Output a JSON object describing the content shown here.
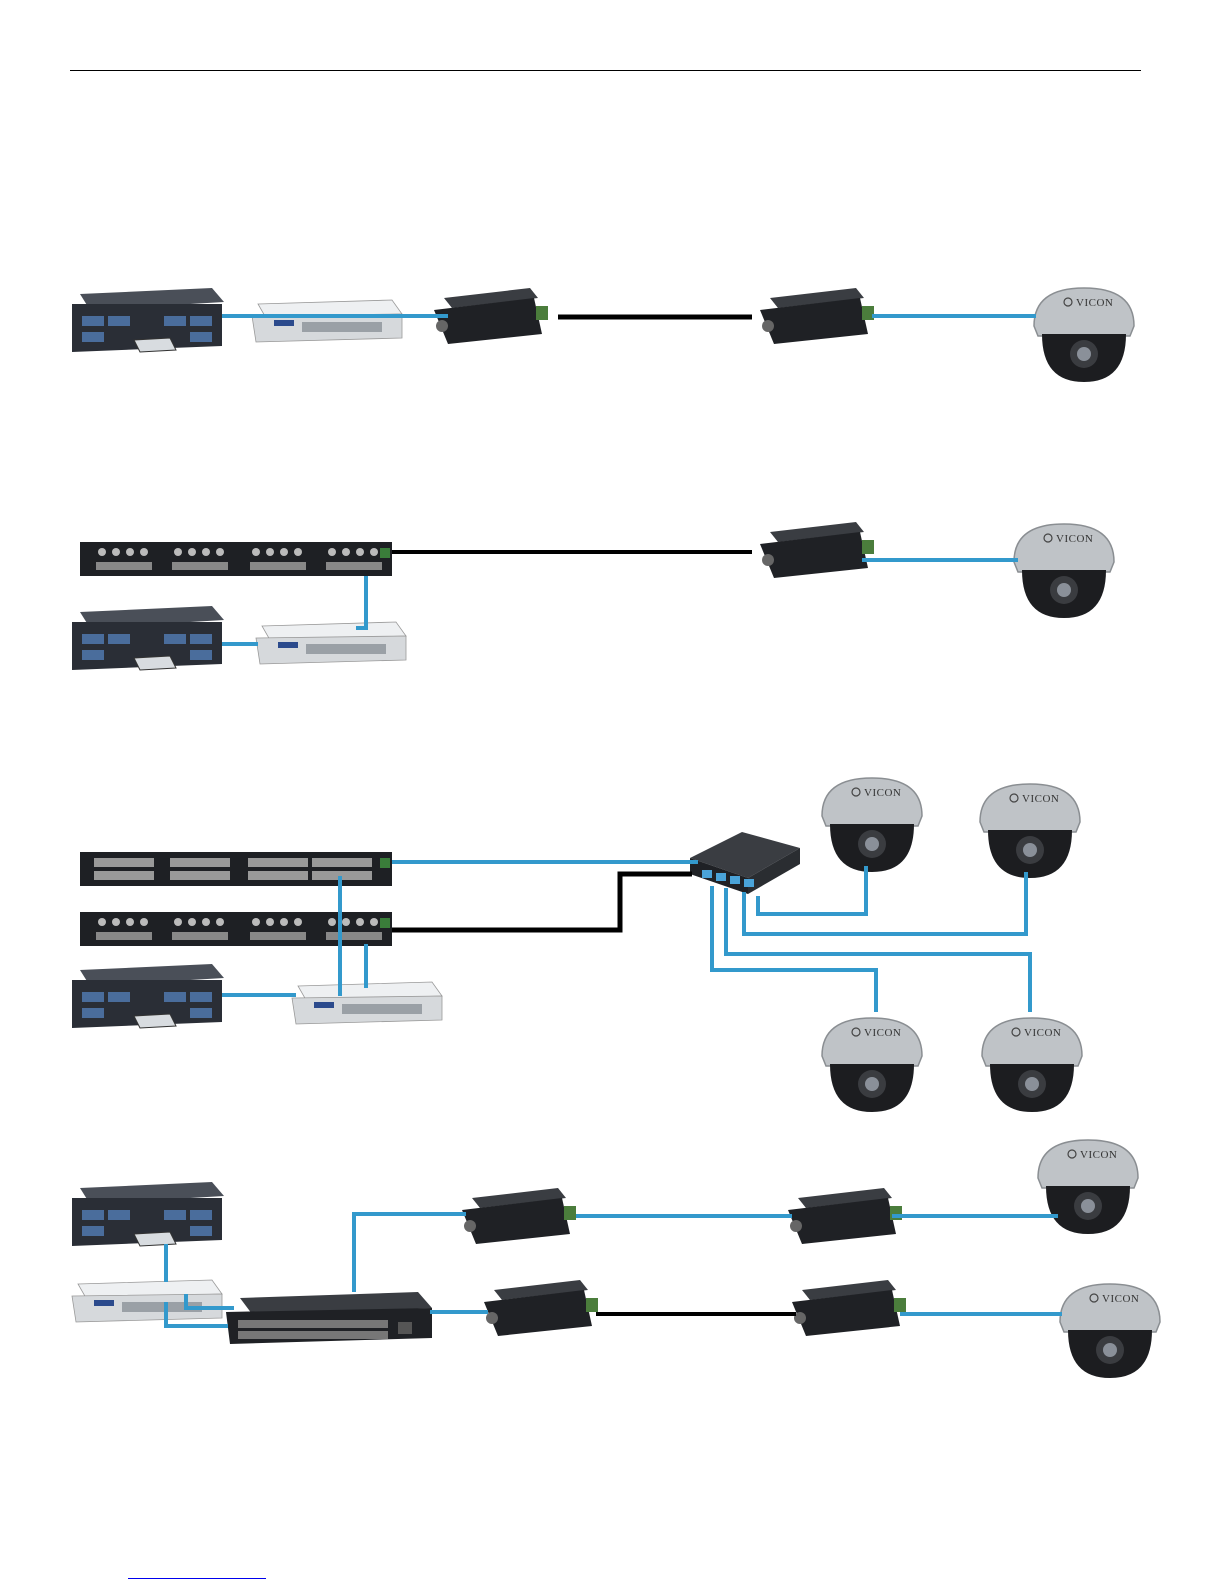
{
  "colors": {
    "ethernet_cable": "#3399cc",
    "coax_cable": "#000000",
    "device_dark": "#2a2e36",
    "device_light": "#dcdfe3",
    "camera_housing": "#b8bcc0"
  },
  "camera_brand": "VICON",
  "icons": {
    "nvr": "nvr-server-icon",
    "network_switch": "network-switch-icon",
    "extender": "ethernet-over-coax-extender-icon",
    "rack_panel": "rack-mount-extender-panel-icon",
    "poe_switch": "poe-switch-icon",
    "camera": "dome-camera-icon"
  },
  "diagrams": [
    {
      "id": "point-to-point",
      "cameras": 1,
      "coax_links": 1
    },
    {
      "id": "rack-mount-to-remote",
      "cameras": 1,
      "coax_links": 1
    },
    {
      "id": "rack-mount-to-4-port-switch",
      "cameras": 4,
      "coax_links": 1
    },
    {
      "id": "poe-switch-multi-extender",
      "cameras": 2,
      "coax_links": 1
    }
  ]
}
